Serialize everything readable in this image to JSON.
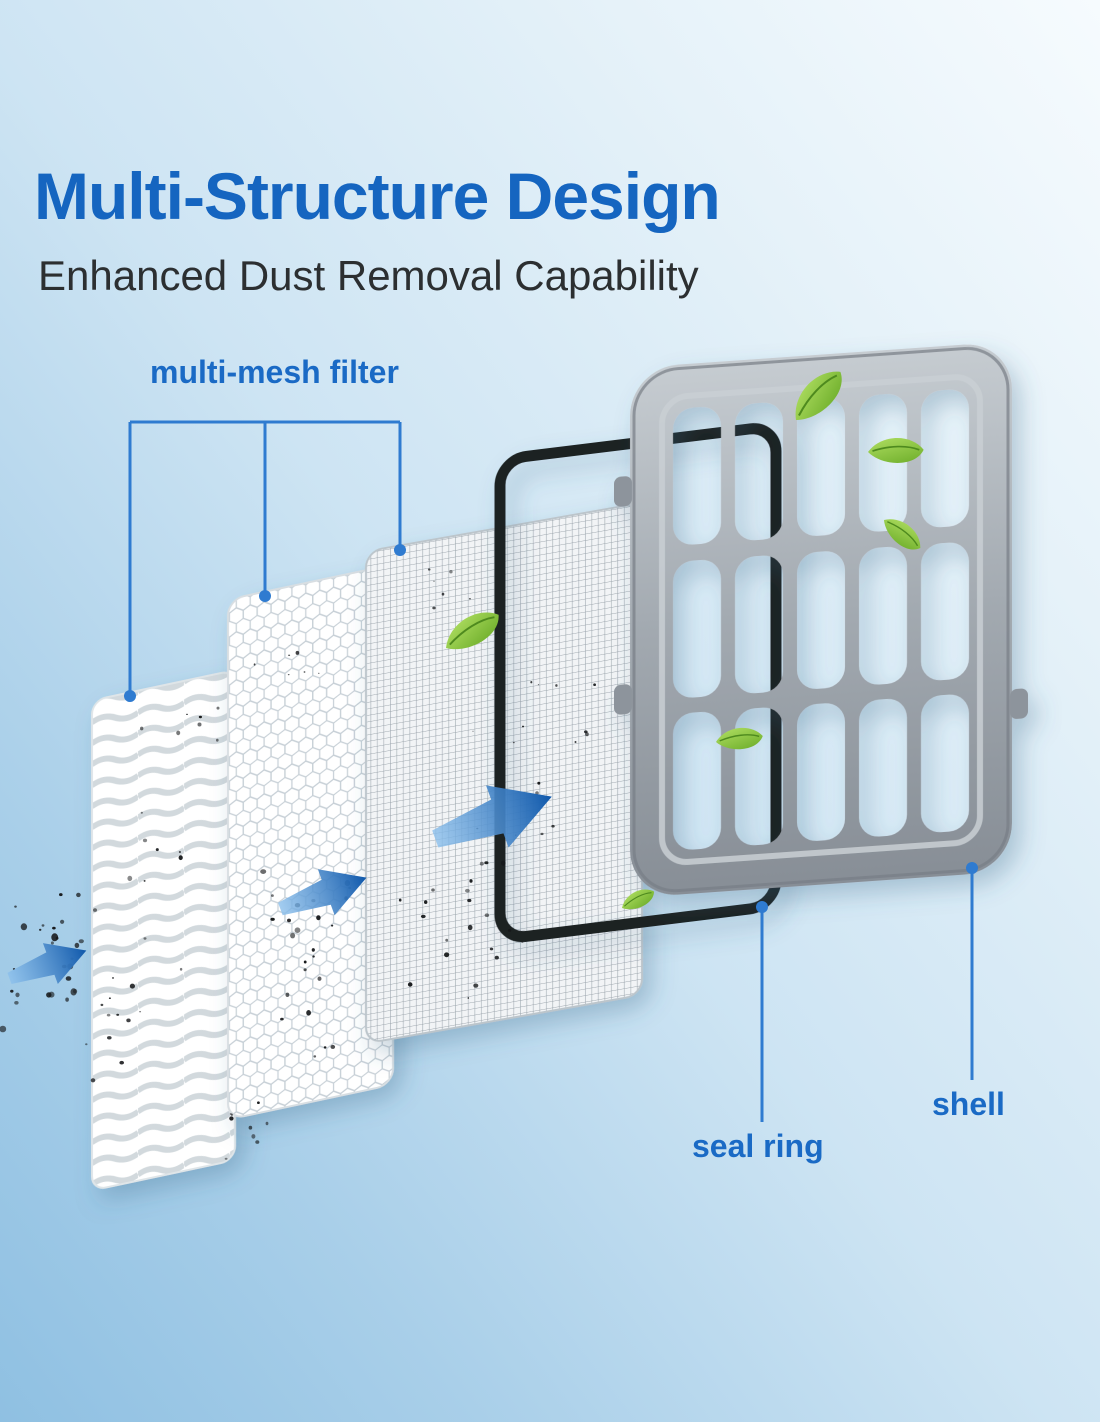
{
  "header": {
    "title": "Multi-Structure Design",
    "subtitle": "Enhanced Dust Removal Capability"
  },
  "labels": {
    "multi_mesh_filter": "multi-mesh filter",
    "seal_ring": "seal ring",
    "shell": "shell"
  },
  "diagram_parts": {
    "layer_1": "pleated filter layer",
    "layer_2": "honeycomb mesh layer",
    "layer_3": "fine mesh layer",
    "layer_4": "seal ring",
    "layer_5": "shell"
  },
  "colors": {
    "title_blue": "#1565c0",
    "label_blue": "#1a6ac5",
    "subtitle_dark": "#2c2f31",
    "leader_blue": "#2f7bd0",
    "arrow_blue_dark": "#0f58ab",
    "arrow_blue_light": "#8cc0ec",
    "seal_ring_black": "#1f2224",
    "shell_gray": "#959ca4",
    "leaf_green": "#76b32e",
    "dust_black": "#16181a"
  }
}
